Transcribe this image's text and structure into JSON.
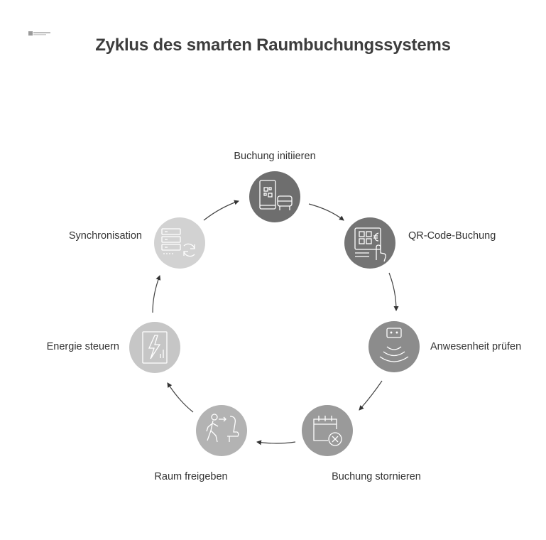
{
  "title": "Zyklus des smarten Raumbuchungssystems",
  "logo": {
    "icon": "brand-logo-icon"
  },
  "steps": [
    {
      "label": "Buchung initiieren",
      "icon": "phone-and-sofa-icon",
      "color": "#6e6e6e"
    },
    {
      "label": "QR-Code-Buchung",
      "icon": "qr-code-touch-icon",
      "color": "#747474"
    },
    {
      "label": "Anwesenheit prüfen",
      "icon": "presence-sensor-icon",
      "color": "#8c8c8c"
    },
    {
      "label": "Buchung stornieren",
      "icon": "calendar-cancel-icon",
      "color": "#9a9a9a"
    },
    {
      "label": "Raum freigeben",
      "icon": "person-leaving-seat-icon",
      "color": "#b3b3b3"
    },
    {
      "label": "Energie steuern",
      "icon": "energy-document-icon",
      "color": "#c6c6c6"
    },
    {
      "label": "Synchronisation",
      "icon": "server-sync-icon",
      "color": "#d2d2d2"
    }
  ]
}
